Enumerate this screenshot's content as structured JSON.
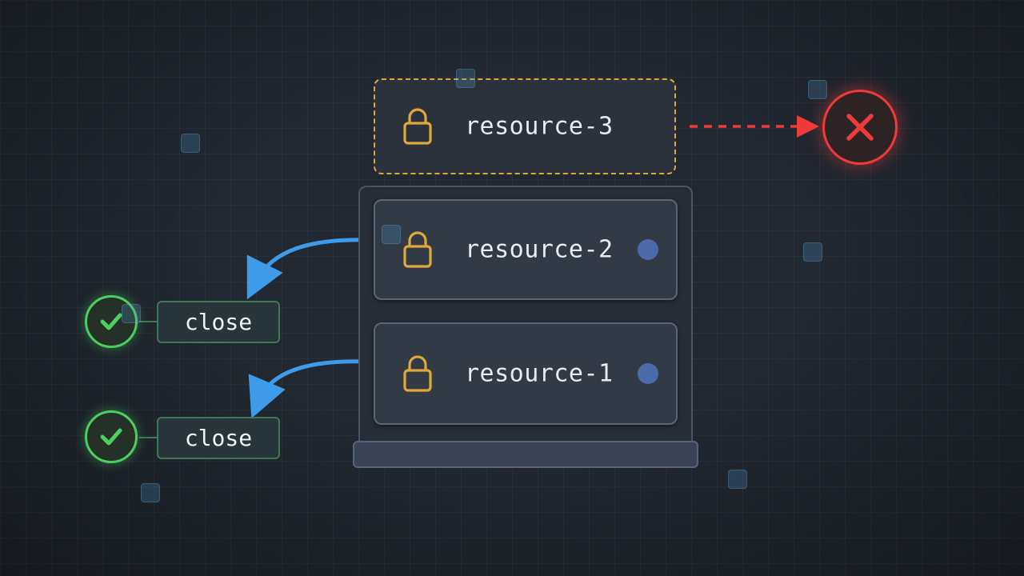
{
  "resources": {
    "pending": {
      "label": "resource-3",
      "state": "waiting",
      "lock_icon": "padlock-icon"
    },
    "stack": [
      {
        "label": "resource-2",
        "state": "held"
      },
      {
        "label": "resource-1",
        "state": "held"
      }
    ]
  },
  "actions": {
    "close_top": {
      "label": "close",
      "status": "success"
    },
    "close_bottom": {
      "label": "close",
      "status": "success"
    }
  },
  "failure": {
    "icon": "x-mark-icon",
    "status": "error"
  },
  "colors": {
    "background": "#222831",
    "lock": "#e0a83a",
    "pending_border": "#e0a83a",
    "arrow": "#3d9be9",
    "success": "#4ccf5c",
    "error": "#ef3a3a",
    "indicator_dot": "#4a6aa8"
  }
}
